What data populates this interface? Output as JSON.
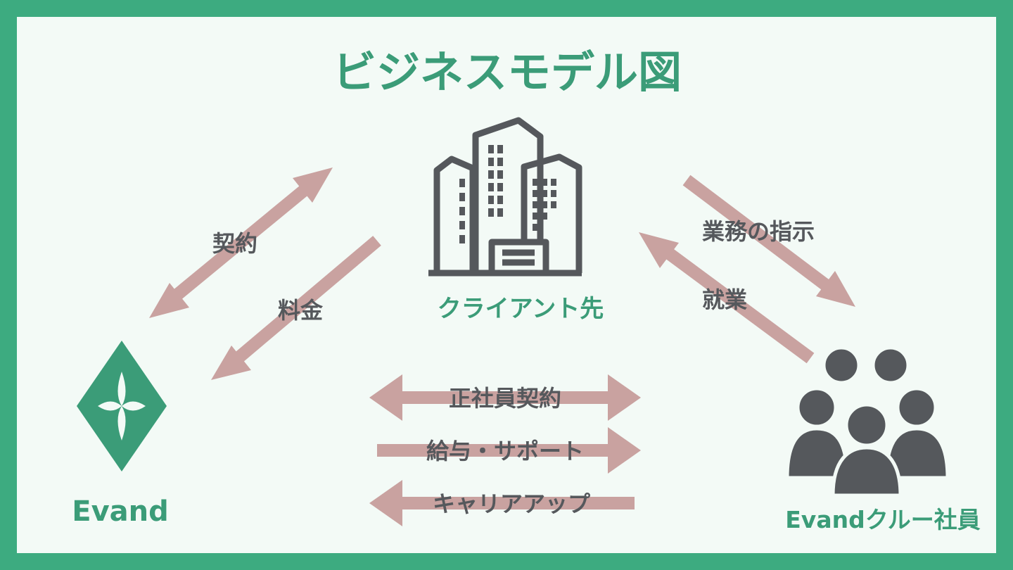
{
  "title": "ビジネスモデル図",
  "nodes": {
    "client": {
      "label": "クライアント先",
      "icon": "office-building-icon"
    },
    "evand": {
      "label": "Evand",
      "icon": "evand-logo-icon"
    },
    "crew": {
      "label": "Evandクルー社員",
      "icon": "people-group-icon"
    }
  },
  "edges": {
    "contract": "契約",
    "fee": "料金",
    "work_instruction": "業務の指示",
    "employment": "就業",
    "full_time_contract": "正社員契約",
    "salary_support": "給与・サポート",
    "career_up": "キャリアアップ"
  },
  "colors": {
    "frame": "#3dab80",
    "background": "#f3faf6",
    "accent_green": "#3b9c78",
    "arrow": "#c9a2a0",
    "icon_gray": "#55585c"
  }
}
